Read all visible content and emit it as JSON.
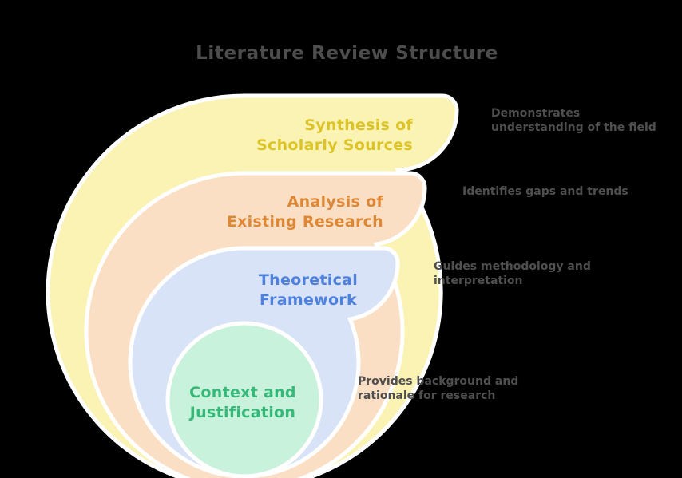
{
  "title": "Literature Review Structure",
  "background_color": "#000000",
  "outline_color": "#ffffff",
  "title_color": "#4d4d4d",
  "annotation_color": "#4f4f4f",
  "layers": [
    {
      "id": "synthesis",
      "label_line1": "Synthesis of",
      "label_line2": "Scholarly Sources",
      "fill": "#faf3b4",
      "text_color": "#dcc427",
      "annotation_line1": "Demonstrates",
      "annotation_line2": "understanding of the field"
    },
    {
      "id": "analysis",
      "label_line1": "Analysis of",
      "label_line2": "Existing Research",
      "fill": "#fbdfc4",
      "text_color": "#de8735",
      "annotation_line1": "Identifies gaps and trends",
      "annotation_line2": ""
    },
    {
      "id": "theoretical",
      "label_line1": "Theoretical",
      "label_line2": "Framework",
      "fill": "#d8e3f8",
      "text_color": "#4e81de",
      "annotation_line1": "Guides methodology and",
      "annotation_line2": "interpretation"
    },
    {
      "id": "context",
      "label_line1": "Context and",
      "label_line2": "Justification",
      "fill": "#c9f2dc",
      "text_color": "#35b878",
      "annotation_line1": "Provides background and",
      "annotation_line2": "rationale for research"
    }
  ]
}
